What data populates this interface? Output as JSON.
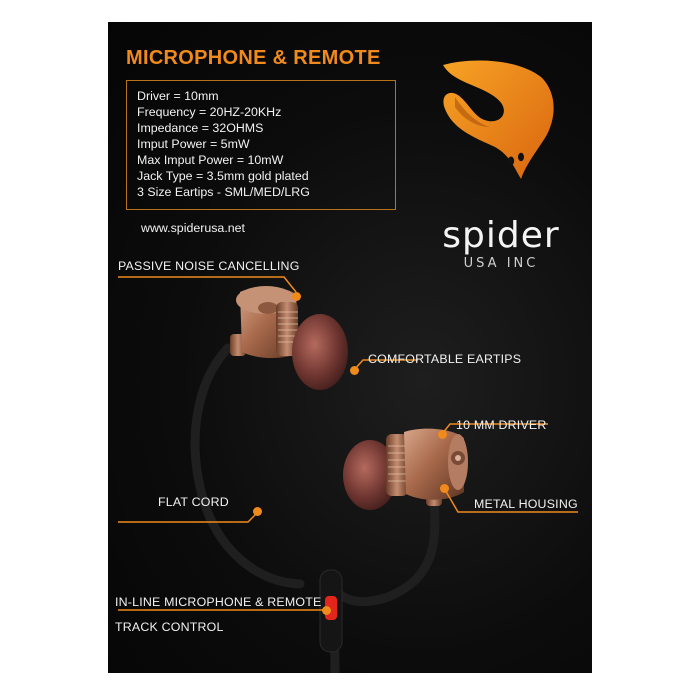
{
  "headline": "MICROPHONE & REMOTE",
  "specs": [
    "Driver = 10mm",
    "Frequency = 20HZ-20KHz",
    "Impedance = 32OHMS",
    "Imput Power = 5mW",
    "Max Imput Power = 10mW",
    "Jack Type = 3.5mm gold plated",
    "3 Size Eartips - SML/MED/LRG"
  ],
  "website": "www.spiderusa.net",
  "brand": {
    "name": "spider",
    "sub": "USA INC",
    "mark_icon": "spider-fox-logo-icon"
  },
  "callouts": {
    "passive_noise": "PASSIVE NOISE CANCELLING",
    "eartips": "COMFORTABLE EARTIPS",
    "driver": "10 MM DRIVER",
    "housing": "METAL HOUSING",
    "cord": "FLAT CORD",
    "inline_mic": "IN-LINE MICROPHONE & REMOTE",
    "track": "TRACK CONTROL"
  },
  "colors": {
    "accent": "#f08a1c",
    "background": "#0c0c0c",
    "text": "#f2f2f2",
    "housing": "#a86a4e",
    "eartip": "#7a3f39",
    "remote_button": "#e3261b"
  }
}
